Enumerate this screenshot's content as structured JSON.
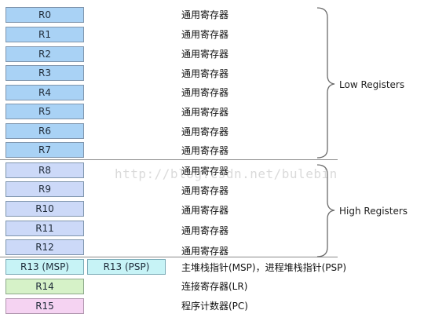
{
  "registers": {
    "r0": {
      "label": "R0",
      "desc": "通用寄存器"
    },
    "r1": {
      "label": "R1",
      "desc": "通用寄存器"
    },
    "r2": {
      "label": "R2",
      "desc": "通用寄存器"
    },
    "r3": {
      "label": "R3",
      "desc": "通用寄存器"
    },
    "r4": {
      "label": "R4",
      "desc": "通用寄存器"
    },
    "r5": {
      "label": "R5",
      "desc": "通用寄存器"
    },
    "r6": {
      "label": "R6",
      "desc": "通用寄存器"
    },
    "r7": {
      "label": "R7",
      "desc": "通用寄存器"
    },
    "r8": {
      "label": "R8",
      "desc": "通用寄存器"
    },
    "r9": {
      "label": "R9",
      "desc": "通用寄存器"
    },
    "r10": {
      "label": "R10",
      "desc": "通用寄存器"
    },
    "r11": {
      "label": "R11",
      "desc": "通用寄存器"
    },
    "r12": {
      "label": "R12",
      "desc": "通用寄存器"
    },
    "r13": {
      "label_msp": "R13 (MSP)",
      "label_psp": "R13 (PSP)",
      "desc": "主堆栈指针(MSP)，进程堆栈指针(PSP)"
    },
    "r14": {
      "label": "R14",
      "desc": "连接寄存器(LR)"
    },
    "r15": {
      "label": "R15",
      "desc": "程序计数器(PC)"
    }
  },
  "groups": {
    "low": "Low Registers",
    "high": "High Registers"
  },
  "watermark": "http://blog.csdn.net/bulebin",
  "colors": {
    "low": "#a9d2f5",
    "high": "#ccd9f8",
    "r13": "#c7f3f6",
    "r14": "#d6f2c8",
    "r15": "#f5d3f2"
  }
}
